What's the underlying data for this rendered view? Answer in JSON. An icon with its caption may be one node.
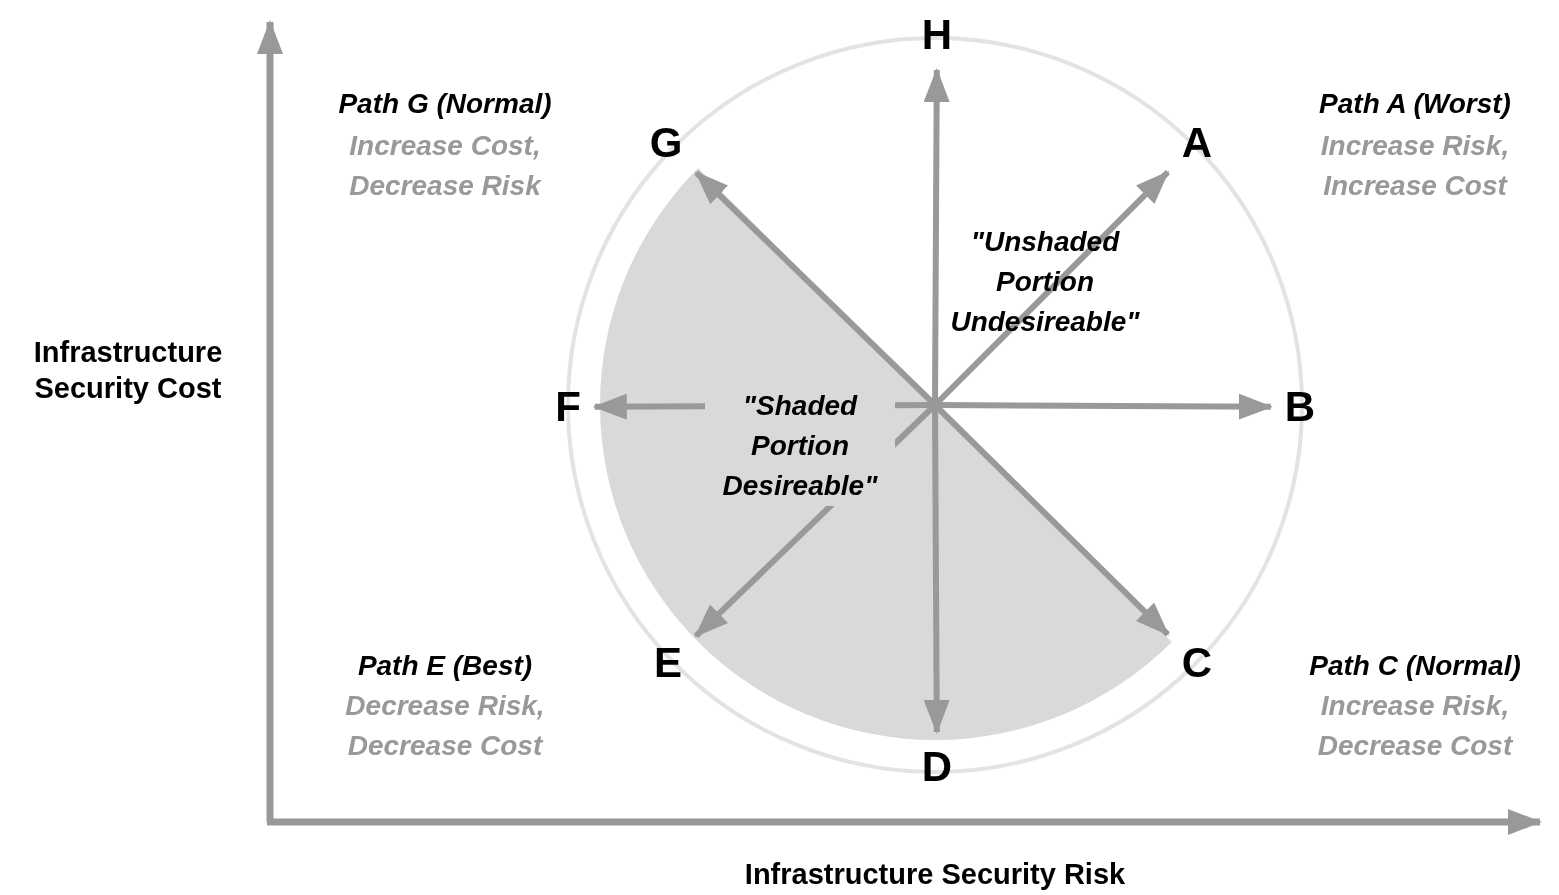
{
  "diagram": {
    "nodes": [
      {
        "text": [
          "H"
        ]
      },
      {
        "text": [
          "G"
        ]
      },
      {
        "text": [
          "A"
        ]
      },
      {
        "text": [
          "F"
        ]
      },
      {
        "text": [
          "B"
        ]
      },
      {
        "text": [
          "E"
        ]
      },
      {
        "text": [
          "C"
        ]
      },
      {
        "text": [
          "D"
        ]
      }
    ],
    "edges": [
      {
        "from": null,
        "to": 0,
        "arrow": "to"
      },
      {
        "from": null,
        "to": 1,
        "arrow": "to"
      },
      {
        "from": null,
        "to": 2,
        "arrow": "to"
      },
      {
        "from": null,
        "to": 3,
        "arrow": "to"
      },
      {
        "from": null,
        "to": 4,
        "arrow": "to"
      },
      {
        "from": null,
        "to": 5,
        "arrow": "to"
      },
      {
        "from": null,
        "to": 6,
        "arrow": "to"
      },
      {
        "from": null,
        "to": 7,
        "arrow": "to"
      }
    ],
    "labels": [
      "Path G (Normal)",
      "Path A (Worst)",
      "Increase Cost, Decrease Risk",
      "Increase Risk, Increase Cost",
      "\"Unshaded Portion Undesireable\"",
      "Infrastructure Security Cost",
      "\"Shaded Portion Desireable\"",
      "Path E (Best)",
      "Path C (Normal)",
      "Decrease Risk, Decrease Cost",
      "Increase Risk, Decrease Cost",
      "Infrastructure Security Risk"
    ]
  }
}
